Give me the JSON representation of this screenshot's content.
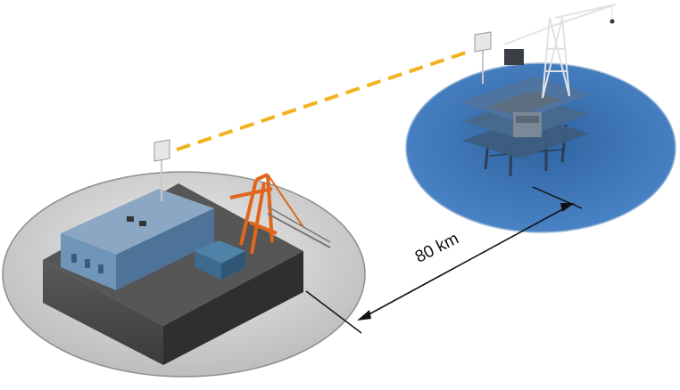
{
  "link": {
    "distance_label": "80 km",
    "dash_color": "#f2b21c"
  },
  "sites": {
    "onshore": {
      "name": "onshore-base",
      "disc_color": "#d2d2d2",
      "building_color": "#6f95b8",
      "crane_color": "#e0661c"
    },
    "offshore": {
      "name": "offshore-platform",
      "disc_color": "#3f78b8",
      "deck_color": "#3d5d7d"
    }
  },
  "icons": [
    "antenna-icon",
    "crane-icon",
    "building-icon",
    "container-icon",
    "platform-icon"
  ]
}
